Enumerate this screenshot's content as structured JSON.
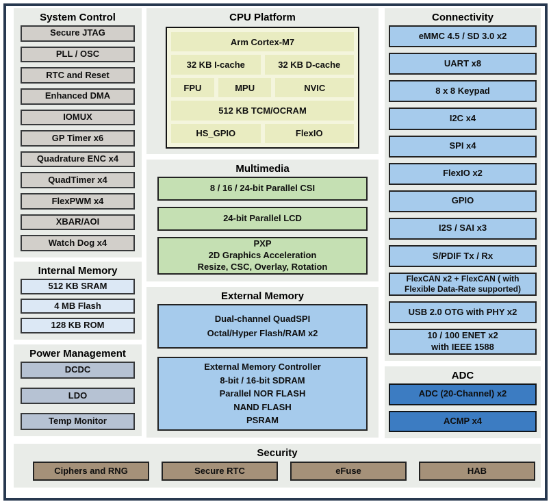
{
  "colors": {
    "frame_border": "#27384f",
    "panel_background": "#e9ece8",
    "system_control_block": "#d2cfca",
    "internal_memory_block": "#dce8f5",
    "power_block": "#b6c2d3",
    "cpu_cell": "#e9ecc1",
    "cpu_container": "#f4f5dd",
    "multimedia_block": "#c5e0b3",
    "memory_connectivity_block": "#a6cbec",
    "adc_block": "#3c7cc2",
    "security_block": "#a59179"
  },
  "diagram": {
    "system_control": {
      "title": "System Control",
      "items": [
        "Secure JTAG",
        "PLL / OSC",
        "RTC and Reset",
        "Enhanced DMA",
        "IOMUX",
        "GP Timer x6",
        "Quadrature ENC x4",
        "QuadTimer x4",
        "FlexPWM x4",
        "XBAR/AOI",
        "Watch Dog x4"
      ]
    },
    "internal_memory": {
      "title": "Internal Memory",
      "items": [
        "512 KB SRAM",
        "4 MB Flash",
        "128 KB ROM"
      ]
    },
    "power_management": {
      "title": "Power Management",
      "items": [
        "DCDC",
        "LDO",
        "Temp Monitor"
      ]
    },
    "cpu_platform": {
      "title": "CPU Platform",
      "core": "Arm Cortex-M7",
      "icache": "32 KB I-cache",
      "dcache": "32 KB D-cache",
      "fpu": "FPU",
      "mpu": "MPU",
      "nvic": "NVIC",
      "tcm": "512 KB TCM/OCRAM",
      "hs_gpio": "HS_GPIO",
      "flexio": "FlexIO"
    },
    "multimedia": {
      "title": "Multimedia",
      "items": [
        "8 / 16 / 24-bit Parallel CSI",
        "24-bit Parallel LCD",
        "PXP\n2D Graphics Acceleration\nResize, CSC, Overlay, Rotation"
      ]
    },
    "external_memory": {
      "title": "External Memory",
      "items": [
        "Dual-channel QuadSPI\nOctal/Hyper Flash/RAM x2",
        "External Memory Controller\n8-bit / 16-bit SDRAM\nParallel NOR FLASH\nNAND FLASH\nPSRAM"
      ]
    },
    "connectivity": {
      "title": "Connectivity",
      "items": [
        "eMMC 4.5 / SD 3.0 x2",
        "UART x8",
        "8 x 8 Keypad",
        "I2C x4",
        "SPI x4",
        "FlexIO x2",
        "GPIO",
        "I2S / SAI x3",
        "S/PDIF Tx / Rx",
        "FlexCAN x2  + FlexCAN ( with\nFlexible Data-Rate supported)",
        "USB 2.0 OTG with PHY x2",
        "10 / 100 ENET x2\nwith IEEE 1588"
      ]
    },
    "adc": {
      "title": "ADC",
      "items": [
        "ADC (20-Channel) x2",
        "ACMP x4"
      ]
    },
    "security": {
      "title": "Security",
      "items": [
        "Ciphers and RNG",
        "Secure RTC",
        "eFuse",
        "HAB"
      ]
    }
  }
}
